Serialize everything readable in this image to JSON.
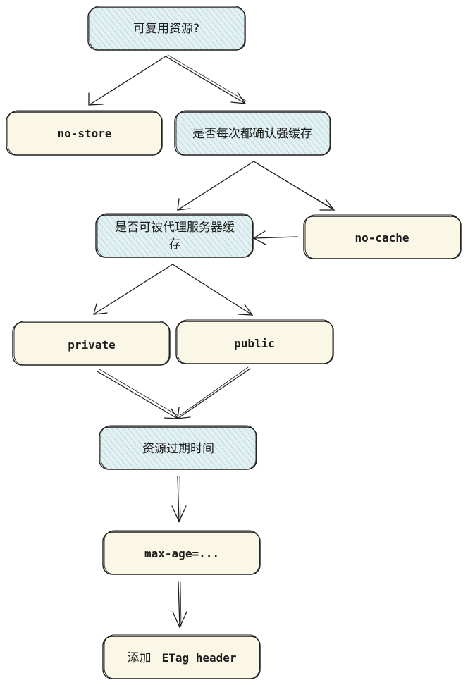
{
  "nodes": {
    "reusable": {
      "label": "可复用资源?"
    },
    "no_store": {
      "label": "no-store"
    },
    "revalidate": {
      "label": "是否每次都确认强缓存"
    },
    "proxy_cache_line1": {
      "label": "是否可被代理服务器缓"
    },
    "proxy_cache_line2": {
      "label": "存"
    },
    "no_cache": {
      "label": "no-cache"
    },
    "private": {
      "label": "private"
    },
    "public": {
      "label": "public"
    },
    "expire": {
      "label": "资源过期时间"
    },
    "max_age": {
      "label": "max-age=..."
    },
    "etag_cn": {
      "label": "添加"
    },
    "etag_en": {
      "label": "ETag header"
    }
  },
  "colors": {
    "question_fill": "#dcedf0",
    "question_hatch": "#a9cfd8",
    "value_fill": "#fbf7e6",
    "stroke": "#1e1e1e"
  }
}
